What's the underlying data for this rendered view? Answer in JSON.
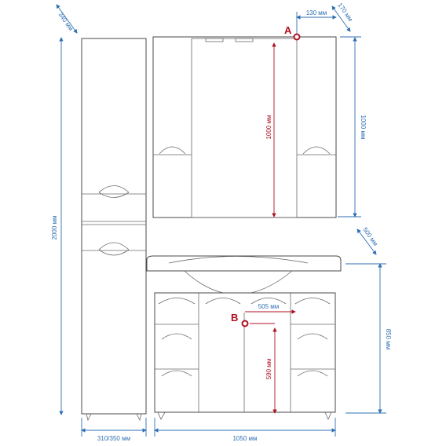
{
  "colors": {
    "dimension": "#2f6fb3",
    "highlight": "#b01020",
    "outline": "#4a4a4a"
  },
  "points": {
    "a": "A",
    "b": "B"
  },
  "dimensions": {
    "column_depth": "340 мм",
    "column_height": "2000 мм",
    "column_width": "310/350 мм",
    "mirror_depth": "170 мм",
    "mirror_offset": "130 мм",
    "mirror_inner_height": "1000 мм",
    "mirror_height": "1000 мм",
    "vanity_depth": "500 мм",
    "vanity_height": "850 мм",
    "vanity_width": "1050 мм",
    "pipe_offset": "505 мм",
    "pipe_height": "590 мм"
  }
}
